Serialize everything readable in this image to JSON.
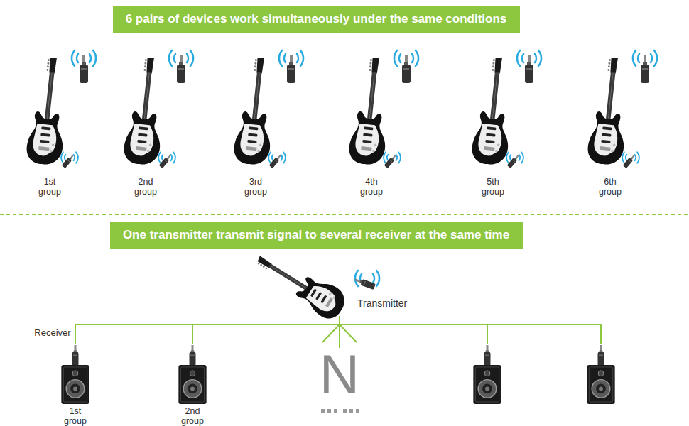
{
  "diagram": {
    "nodes": [
      {
        "text": [
          "6 pairs of devices work simultaneously under the same conditions"
        ]
      },
      {
        "text": [
          "One transmitter transmit signal to several receiver at the same time"
        ]
      }
    ],
    "labels": [
      "1st group",
      "2nd group",
      "3rd group",
      "4th group",
      "5th group",
      "6th group",
      "Transmitter",
      "Receiver",
      "1st group",
      "2nd group",
      "N"
    ]
  }
}
